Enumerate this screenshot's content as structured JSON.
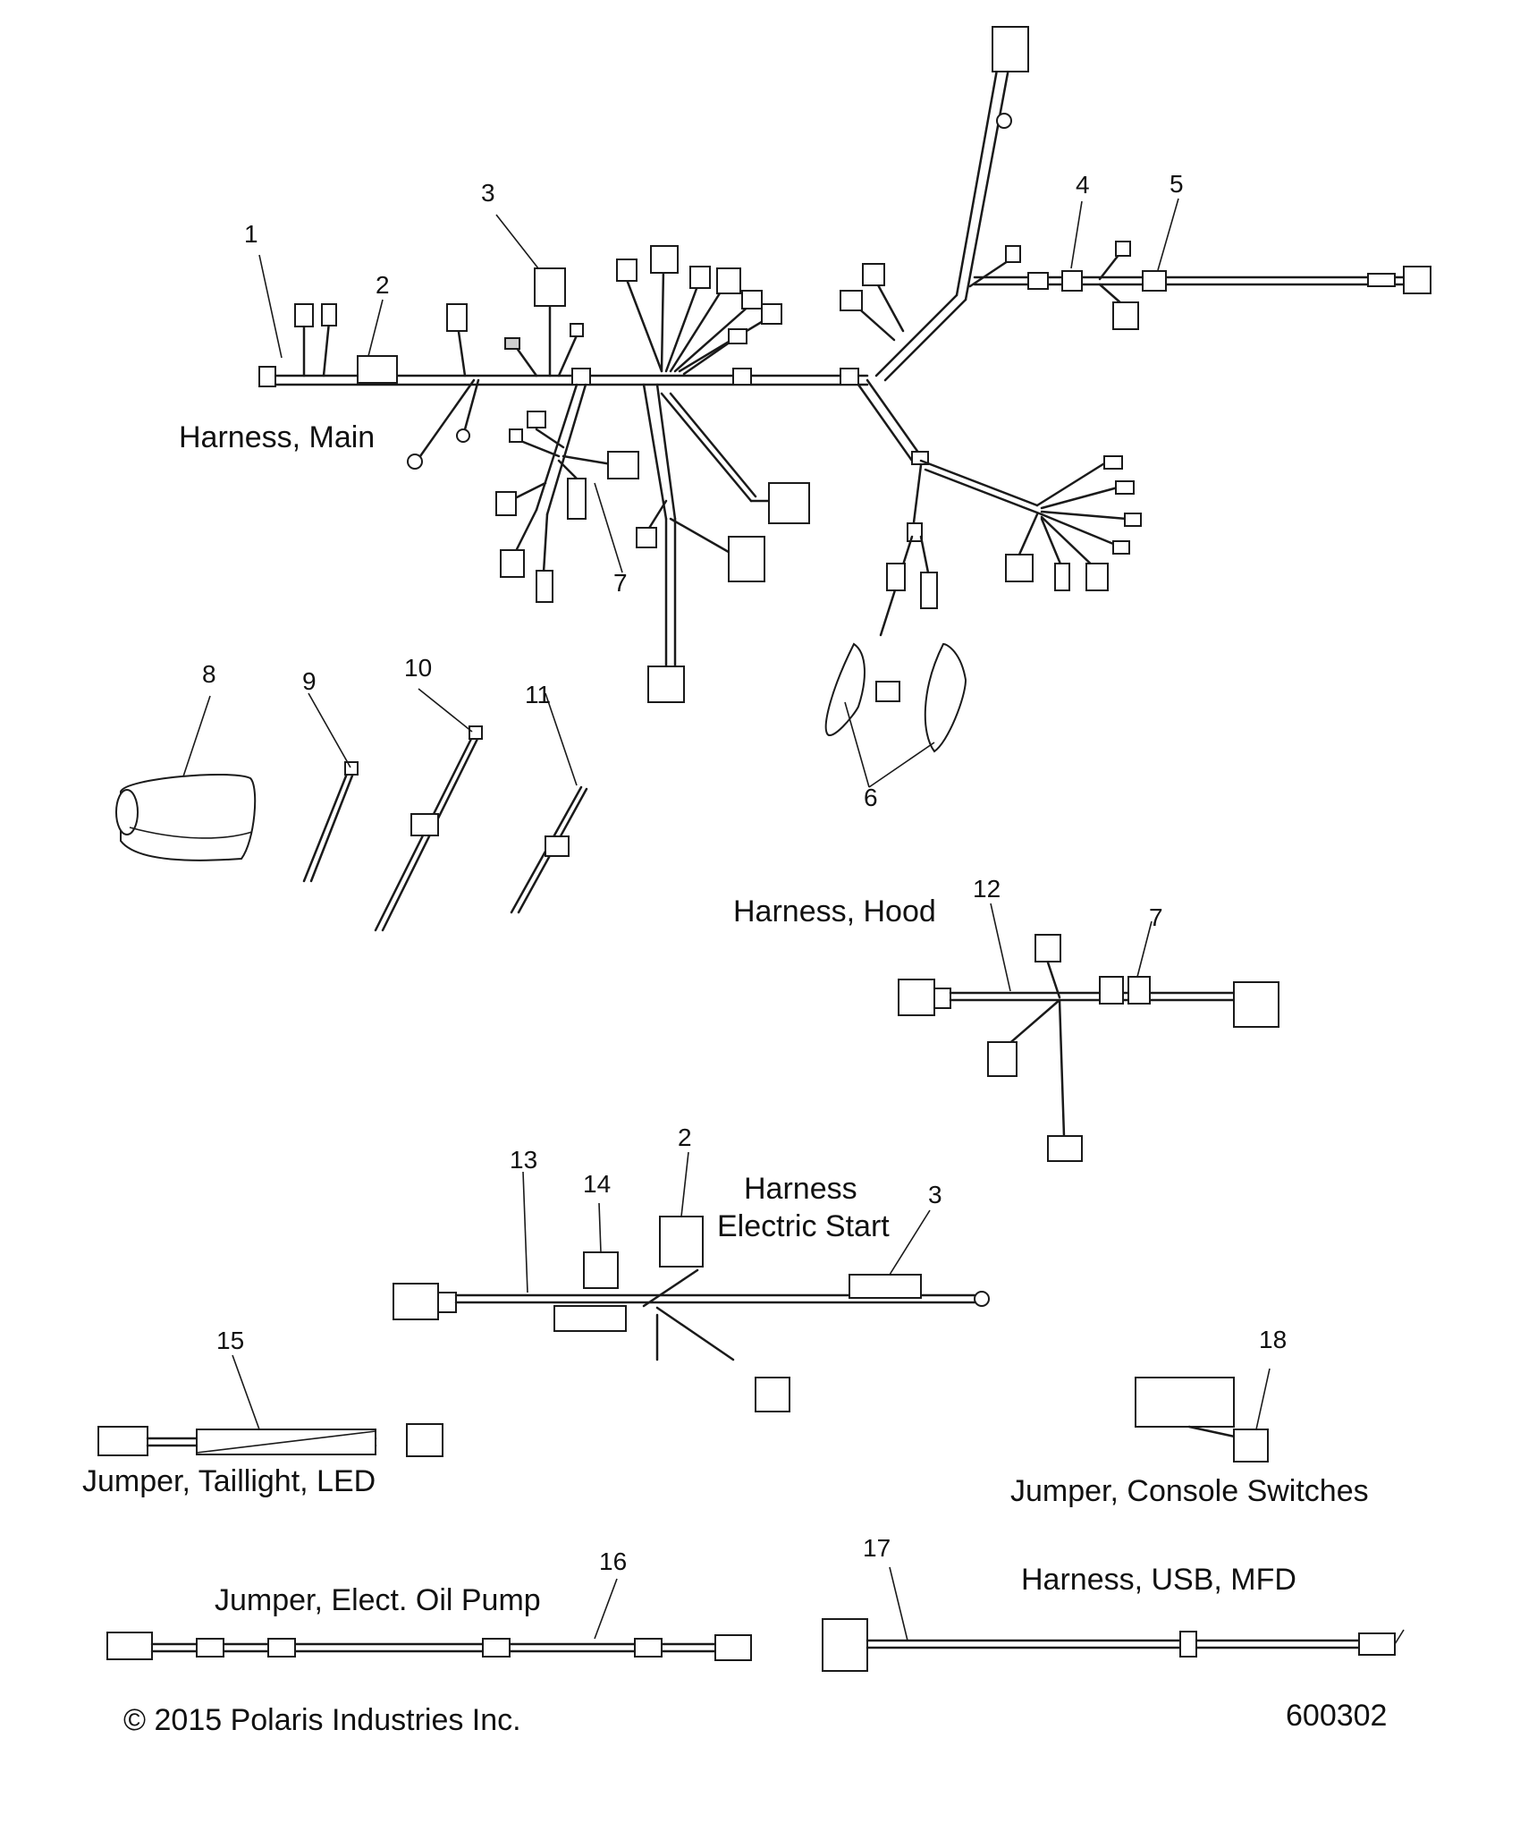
{
  "diagram_id": "600302",
  "copyright": "© 2015 Polaris Industries Inc.",
  "labels": {
    "harness_main": "Harness, Main",
    "harness_hood": "Harness, Hood",
    "harness_electric_start_line1": "Harness",
    "harness_electric_start_line2": "Electric Start",
    "jumper_taillight": "Jumper, Taillight, LED",
    "jumper_console": "Jumper, Console Switches",
    "jumper_oil_pump": "Jumper, Elect. Oil Pump",
    "harness_usb": "Harness, USB, MFD"
  },
  "callouts": {
    "main_1": "1",
    "main_2": "2",
    "main_3": "3",
    "main_4": "4",
    "main_5": "5",
    "main_6": "6",
    "main_7": "7",
    "clip_8": "8",
    "tie_9": "9",
    "tie_10": "10",
    "tie_11": "11",
    "hood_12": "12",
    "hood_7": "7",
    "start_13": "13",
    "start_14": "14",
    "start_2": "2",
    "start_3": "3",
    "taillight_15": "15",
    "oil_16": "16",
    "usb_17": "17",
    "console_18": "18"
  }
}
